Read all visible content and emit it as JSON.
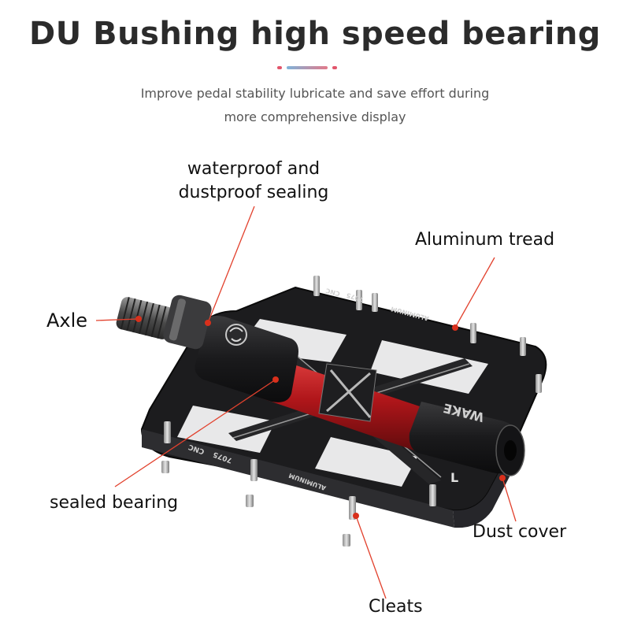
{
  "header": {
    "title": "DU Bushing high speed bearing",
    "subtitle_line1": "Improve pedal stability lubricate and save effort during",
    "subtitle_line2": "more comprehensive display"
  },
  "accent_colors": [
    "#e2556b",
    "#7fb3d9",
    "#f0a0a0",
    "#e2556b"
  ],
  "callouts": {
    "sealing_line1": "waterproof and",
    "sealing_line2": "dustproof sealing",
    "tread": "Aluminum tread",
    "axle": "Axle",
    "bearing": "sealed bearing",
    "dust_cover": "Dust cover",
    "cleats": "Cleats"
  },
  "pedal_markings": {
    "brand": "WAKE",
    "side": "L",
    "alloy": "7075",
    "process": "CNC",
    "material": "ALUMINUM"
  },
  "colors": {
    "leader_line": "#e2412d",
    "dot": "#d9301c",
    "body": "#1c1c1e",
    "axle_red": "#b0161a"
  }
}
